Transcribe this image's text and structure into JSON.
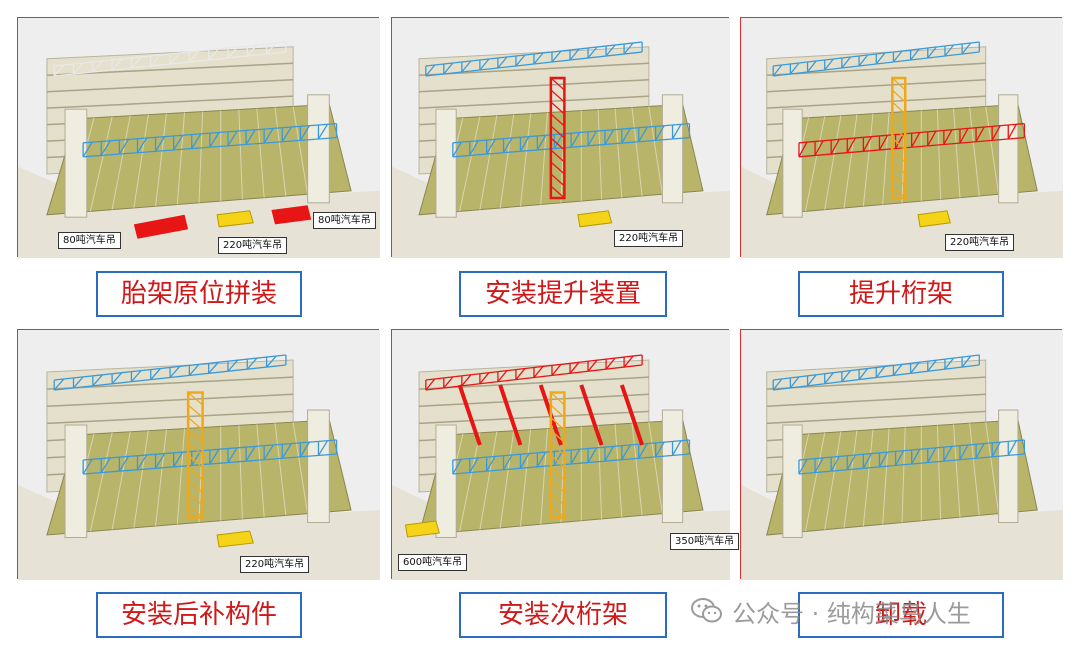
{
  "panels": [
    {
      "caption": "胎架原位拼装",
      "labels": [
        "80吨汽车吊",
        "220吨汽车吊",
        "80吨汽车吊"
      ],
      "colors": {
        "truss_top": "#e8e8e8",
        "truss_mid": "#3a9ad9",
        "highlight": "#e81515"
      }
    },
    {
      "caption": "安装提升装置",
      "labels": [
        "220吨汽车吊"
      ],
      "colors": {
        "truss_top": "#3a9ad9",
        "truss_mid": "#3a9ad9",
        "highlight": "#e81515"
      }
    },
    {
      "caption": "提升桁架",
      "labels": [
        "220吨汽车吊"
      ],
      "colors": {
        "truss_top": "#3a9ad9",
        "truss_mid": "#e81515",
        "highlight": "#f0a818"
      }
    },
    {
      "caption": "安装后补构件",
      "labels": [
        "220吨汽车吊"
      ],
      "colors": {
        "truss_top": "#3a9ad9",
        "truss_mid": "#3a9ad9",
        "highlight": "#f0a818"
      }
    },
    {
      "caption": "安装次桁架",
      "labels": [
        "600吨汽车吊",
        "350吨汽车吊"
      ],
      "colors": {
        "truss_top": "#e81515",
        "truss_mid": "#3a9ad9",
        "highlight": "#f0a818"
      }
    },
    {
      "caption": "卸载",
      "labels": [],
      "colors": {
        "truss_top": "#3a9ad9",
        "truss_mid": "#3a9ad9",
        "highlight": "#3a9ad9"
      }
    }
  ],
  "watermark": {
    "text": "公众号 · 纯构菜鸟人生",
    "icon": "wechat-icon"
  },
  "palette": {
    "frame_border": "#e03030",
    "caption_border": "#2a6cc0",
    "caption_text": "#d01818",
    "floor": "#b8b46a",
    "concrete": "#e4e0cc",
    "crane_yellow": "#f5d318",
    "crane_red": "#e81515"
  }
}
